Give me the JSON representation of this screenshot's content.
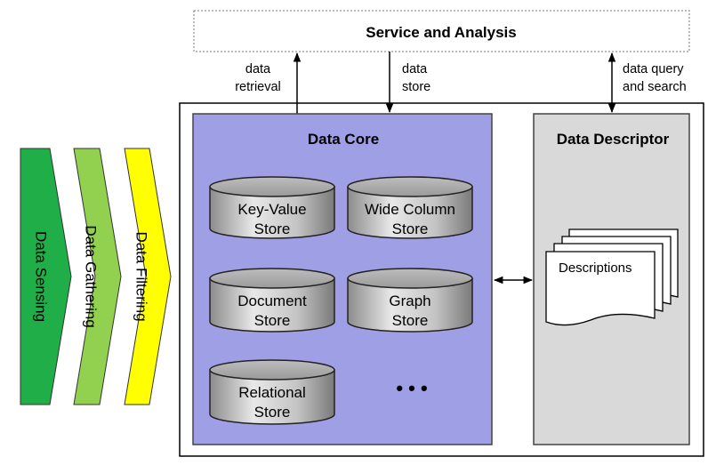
{
  "service": {
    "title": "Service and Analysis"
  },
  "connectors": {
    "retrieval": [
      "data",
      "retrieval"
    ],
    "store": [
      "data",
      "store"
    ],
    "query": [
      "data query",
      "and search"
    ]
  },
  "core": {
    "title": "Data Core",
    "stores": [
      [
        "Key-Value",
        "Store"
      ],
      [
        "Wide Column",
        "Store"
      ],
      [
        "Document",
        "Store"
      ],
      [
        "Graph",
        "Store"
      ],
      [
        "Relational",
        "Store"
      ]
    ],
    "ellipsis": "• • •"
  },
  "descriptor": {
    "title": "Data Descriptor",
    "doc_label": "Descriptions"
  },
  "pipeline": {
    "stages": [
      "Data Sensing",
      "Data Gathering",
      "Data Filtering"
    ]
  },
  "colors": {
    "core_fill": "#9f9fe6",
    "descriptor_fill": "#d9d9d9",
    "sensing": "#1fae47",
    "gathering": "#92d050",
    "filtering": "#ffff00"
  }
}
